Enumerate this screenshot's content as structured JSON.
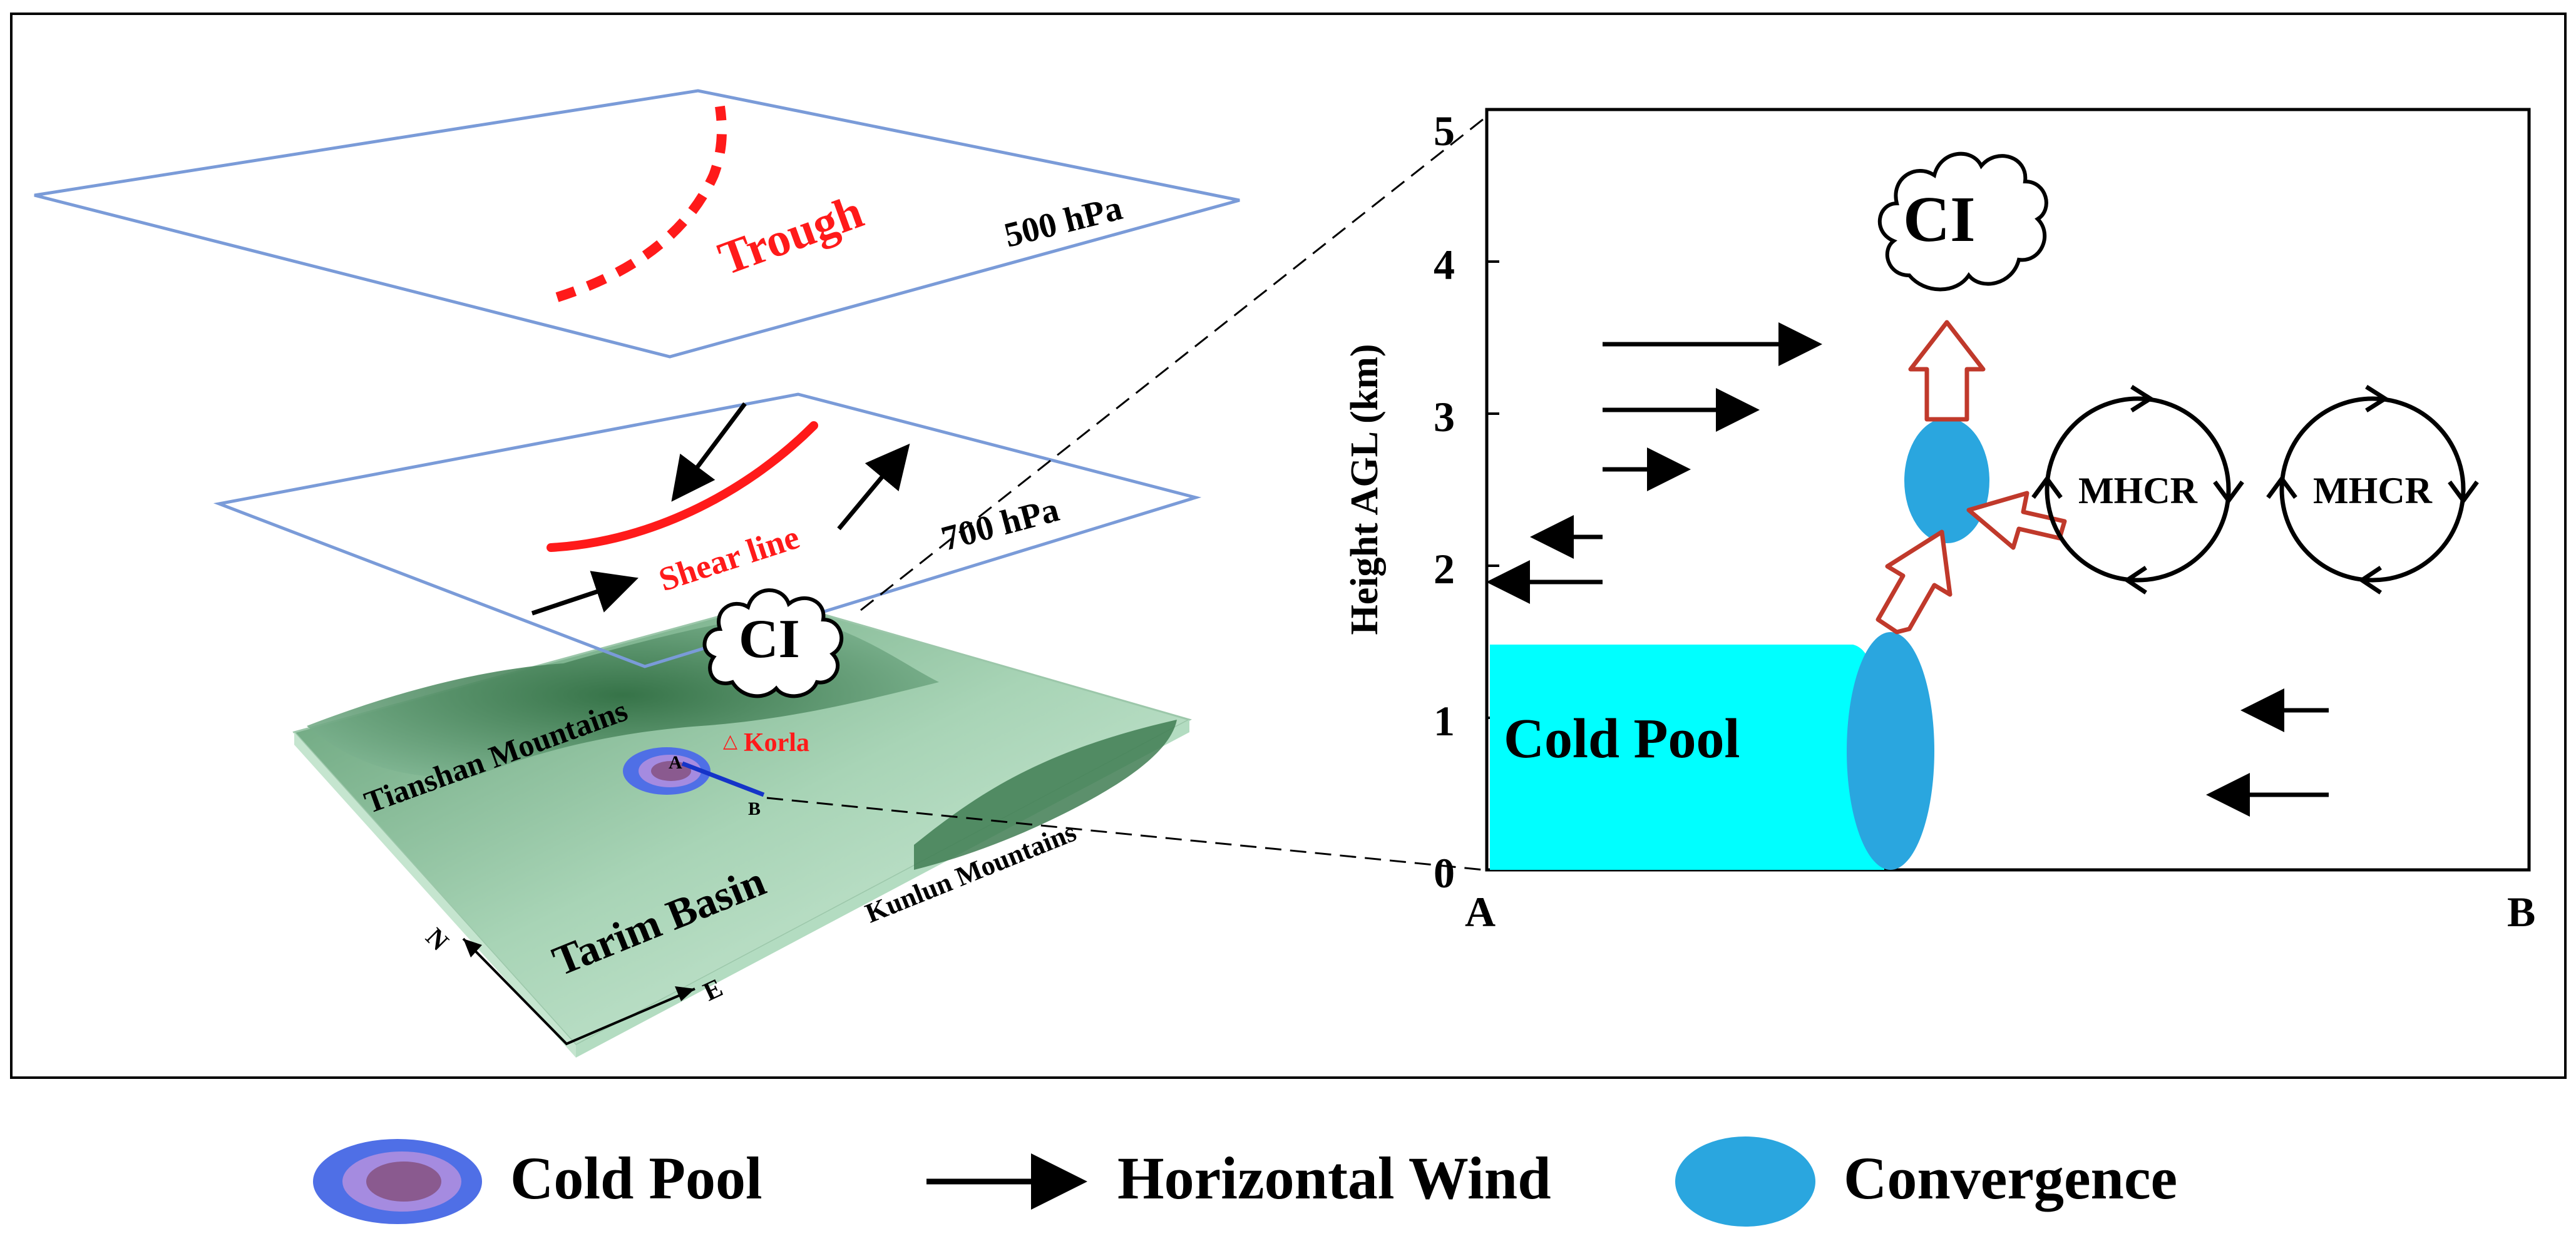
{
  "left_panel": {
    "level_500": "500 hPa",
    "trough_label": "Trough",
    "level_700": "700 hPa",
    "shear_label": "Shear line",
    "ci_label": "CI",
    "korla_label": "Korla",
    "point_a": "A",
    "point_b": "B",
    "tianshan_label": "Tianshan Mountains",
    "kunlun_label": "Kunlun Mountains",
    "tarim_label": "Tarim Basin",
    "north_label": "N",
    "east_label": "E"
  },
  "cross_section": {
    "y_axis_label": "Height AGL (km)",
    "y_ticks": [
      "0",
      "1",
      "2",
      "3",
      "4",
      "5"
    ],
    "x_start_label": "A",
    "x_end_label": "B",
    "ci_label": "CI",
    "cold_pool_label": "Cold Pool",
    "mhcr_left": "MHCR",
    "mhcr_right": "MHCR"
  },
  "legend": {
    "cold_pool": "Cold Pool",
    "horizontal_wind": "Horizontal Wind",
    "convergence": "Convergence"
  },
  "colors": {
    "frame": "#000000",
    "plane_outline": "#7a9bd8",
    "red_feature": "#ff1a1a",
    "cold_pool_fill": "#00ffff",
    "convergence": "#2aa6df",
    "outlined_arrow": "#c0392b",
    "terrain_dark": "#2d6b3f",
    "terrain_light": "#cfe9d8",
    "cold_pool_outer": "#4f6fe6",
    "cold_pool_mid": "#a58be0",
    "cold_pool_inner": "#8a5a8f"
  }
}
